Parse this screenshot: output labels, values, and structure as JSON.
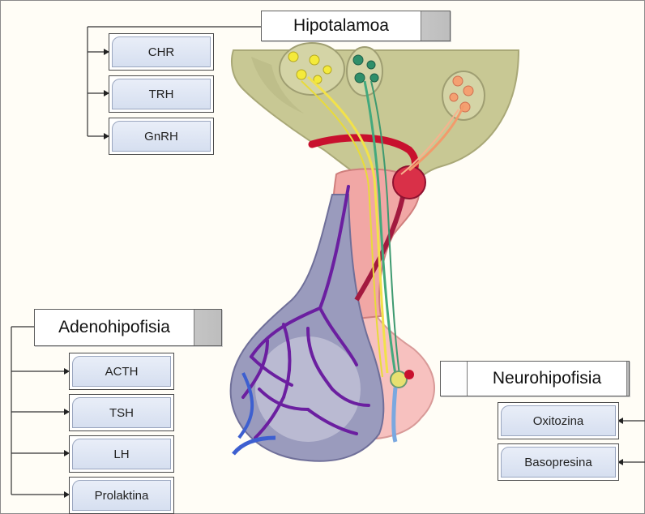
{
  "hypothalamus": {
    "label": "Hipotalamoa",
    "hormones": [
      "CHR",
      "TRH",
      "GnRH"
    ]
  },
  "adenohypophysis": {
    "label": "Adenohipofisia",
    "hormones": [
      "ACTH",
      "TSH",
      "LH",
      "Prolaktina"
    ]
  },
  "neurohypophysis": {
    "label": "Neurohipofisia",
    "hormones": [
      "Oxitozina",
      "Basopresina"
    ]
  }
}
